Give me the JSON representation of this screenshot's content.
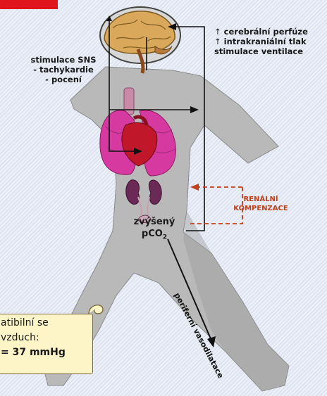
{
  "labels": {
    "right_line1": "cerebrální perfúze",
    "right_line2": "intrakraniální tlak",
    "right_line3": "stimulace ventilace",
    "left_line1": "stimulace SNS",
    "left_line2": "- tachykardie",
    "left_line3": "- pocení",
    "renal_line1": "RENÁLNÍ",
    "renal_line2": "KOMPENZACE",
    "pco2_line1": "zvýšený",
    "pco2_main": "pCO",
    "pco2_sub": "2",
    "vasodilatation": "periferní vasodilatace"
  },
  "note": {
    "line1": "atibilní se",
    "line2": "vzduch:",
    "line3": "= 37 mmHg"
  },
  "colors": {
    "accent_red": "#e0141c",
    "renal_arrow": "#c0401b",
    "body_fill": "#b8b8b8",
    "lungs": "#d63aa0",
    "heart": "#c0182a",
    "kidneys": "#6a2a55"
  }
}
